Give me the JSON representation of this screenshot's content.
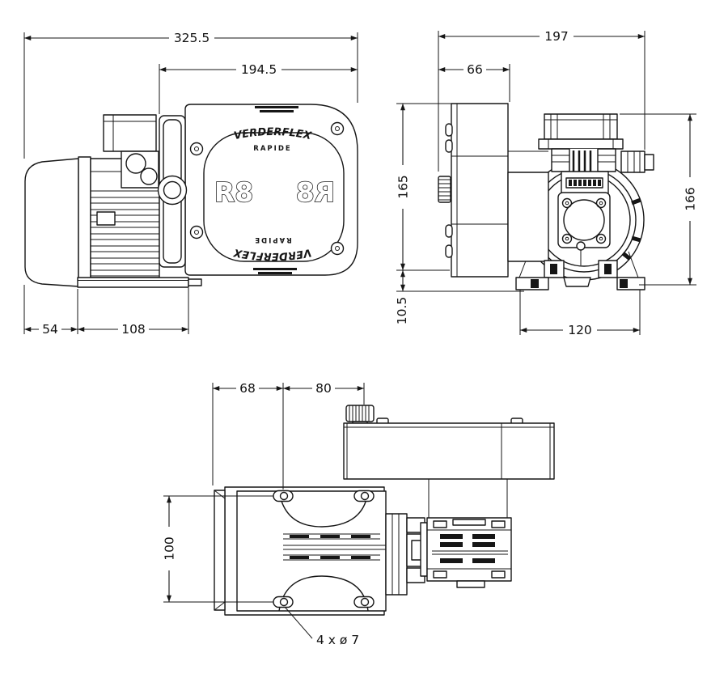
{
  "branding": {
    "brand": "VERDERFLEX",
    "series": "RAPIDE",
    "model": "R8",
    "model_mirrored": "R8"
  },
  "views": {
    "front": {
      "overall_width": "325.5",
      "head_width": "194.5",
      "fan_depth": "54",
      "foot_length": "108"
    },
    "side": {
      "overall_depth": "197",
      "motor_width": "66",
      "motor_height": "165",
      "base_height": "10.5",
      "pump_height": "166",
      "foot_width": "120"
    },
    "top": {
      "cover_to_hole": "68",
      "hole_spacing_width": "80",
      "hole_spacing_depth": "100",
      "mounting_holes_note": "4 x ø 7"
    }
  }
}
